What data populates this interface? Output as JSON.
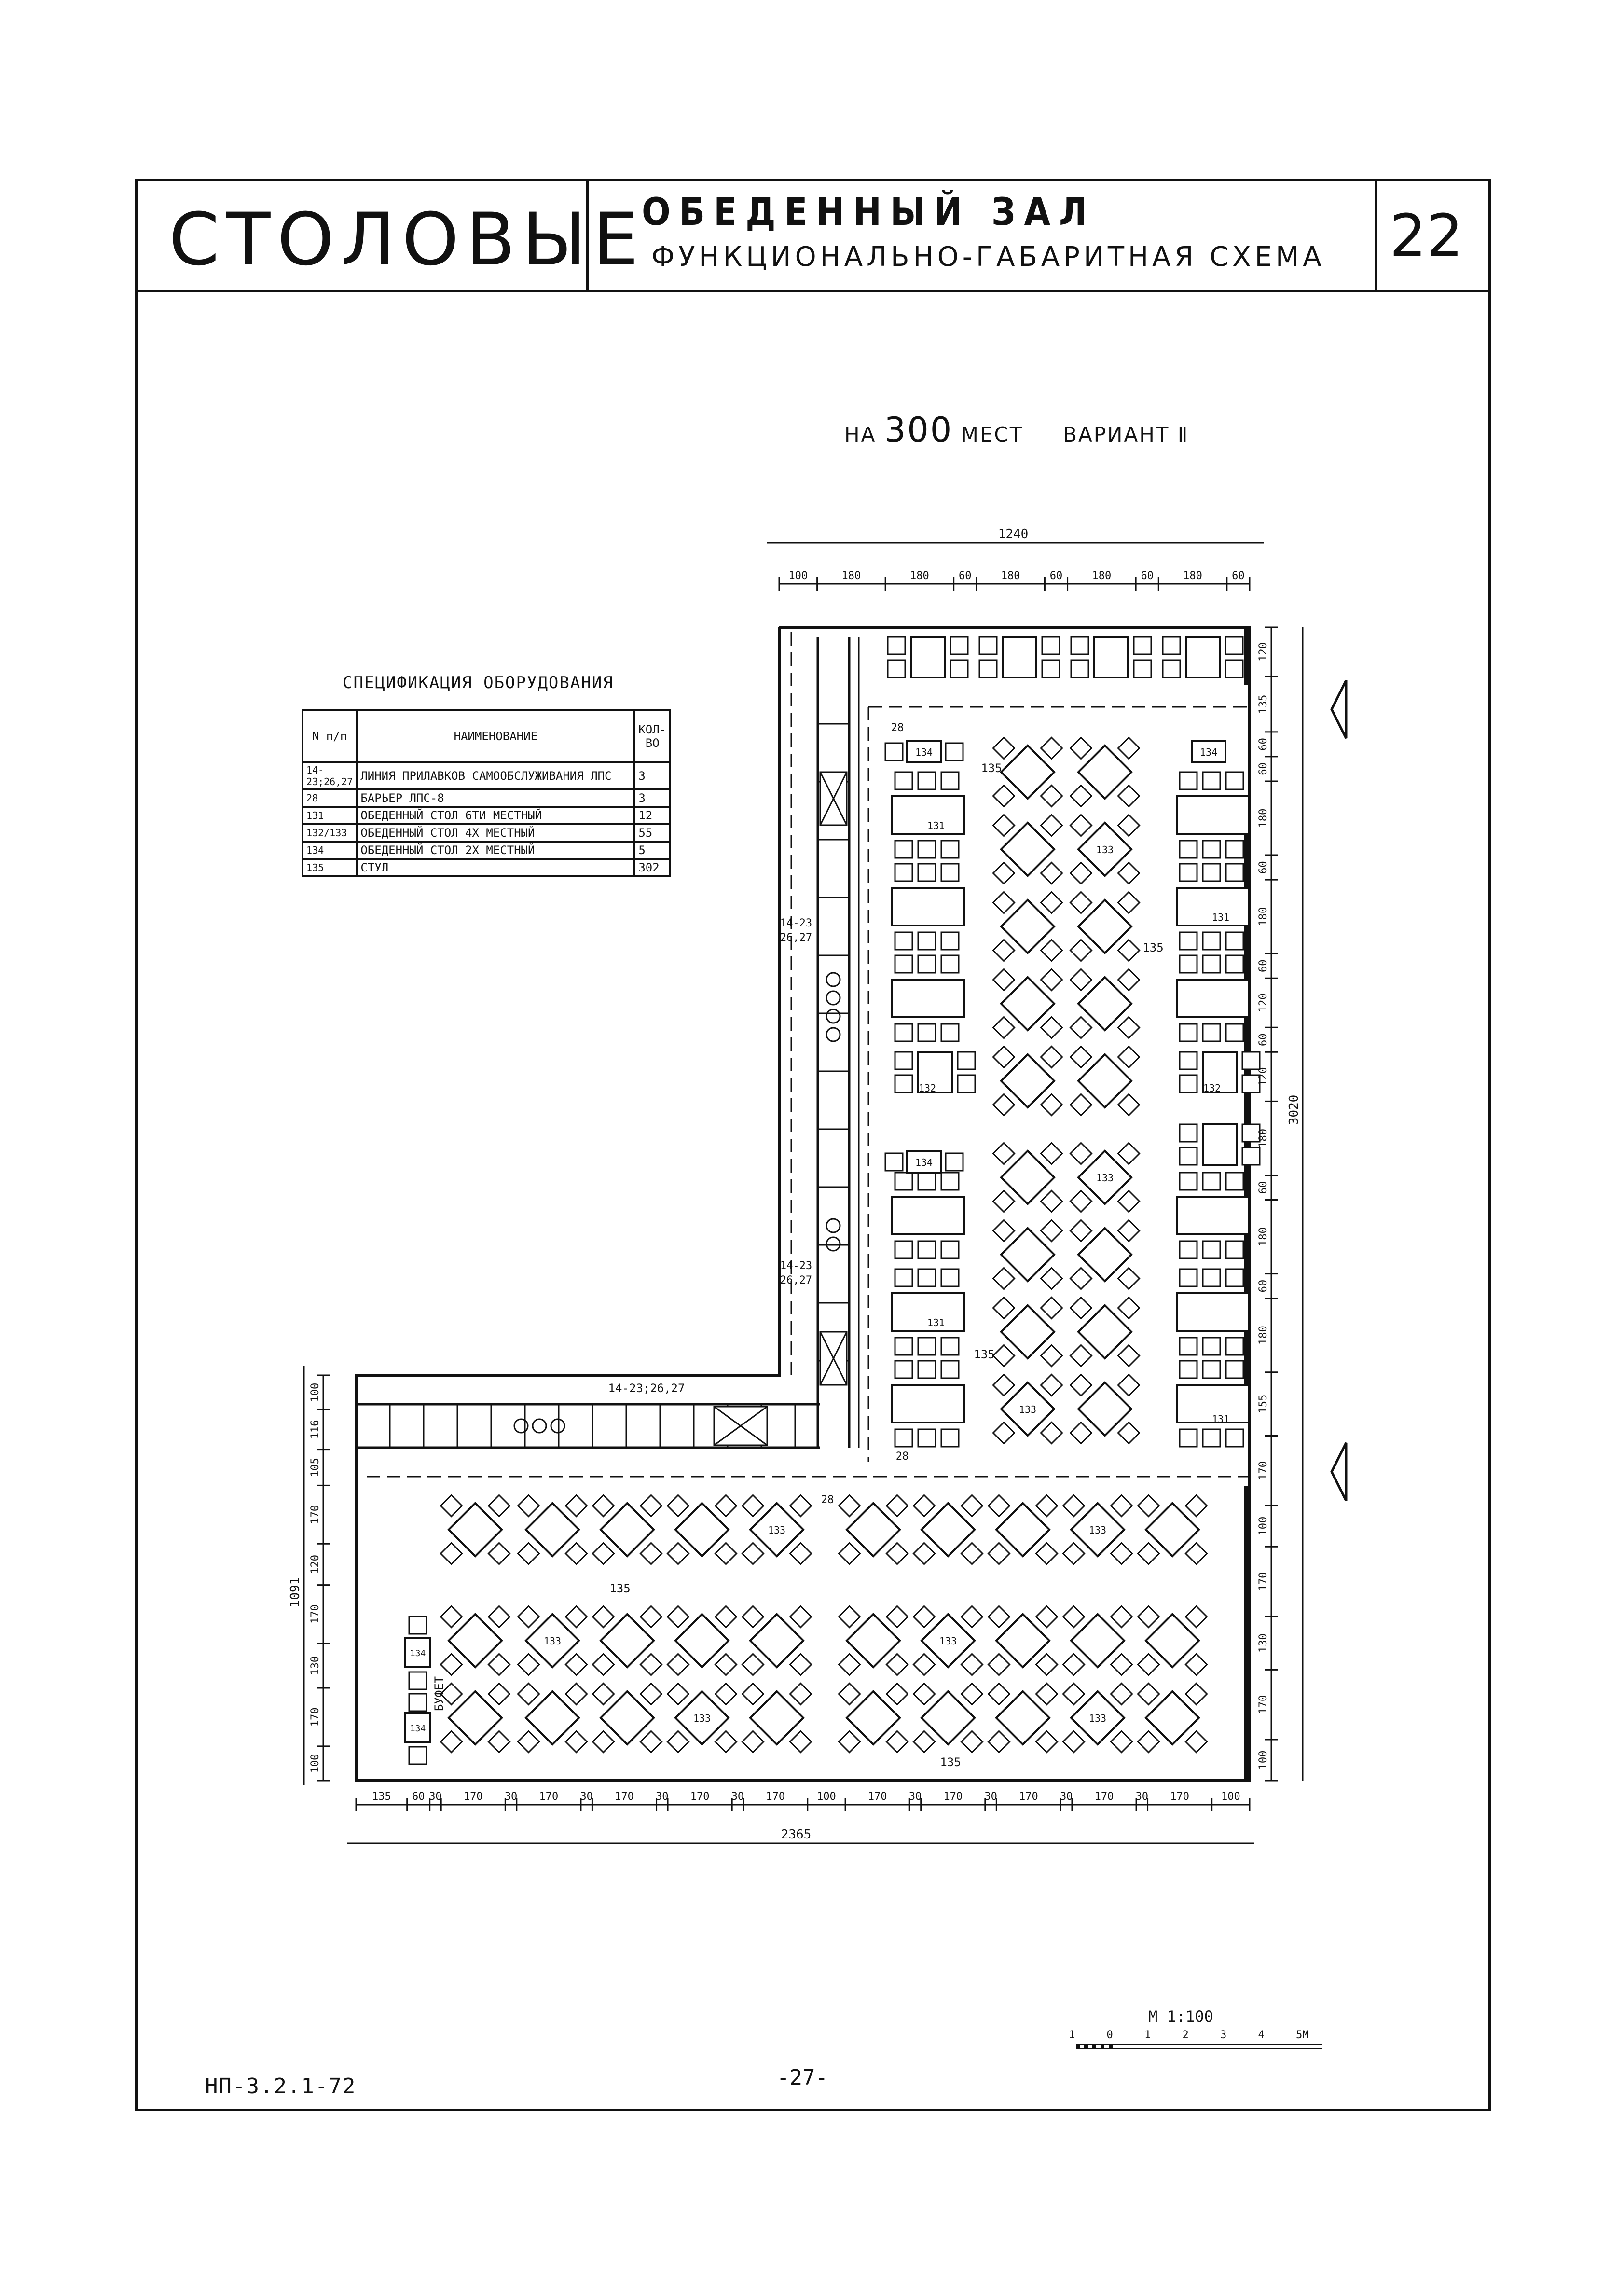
{
  "header": {
    "brand": "СТОЛОВЫЕ",
    "title": "ОБЕДЕННЫЙ ЗАЛ",
    "subtitle": "ФУНКЦИОНАЛЬНО-ГАБАРИТНАЯ СХЕМА",
    "page_number": "22"
  },
  "capacity": {
    "prefix": "НА",
    "number": "300",
    "unit": "МЕСТ",
    "variant": "ВАРИАНТ Ⅱ"
  },
  "spec": {
    "title": "СПЕЦИФИКАЦИЯ ОБОРУДОВАНИЯ",
    "col_num": "N п/п",
    "col_name": "НАИМЕНОВАНИЕ",
    "col_qty": "КОЛ-ВО",
    "rows": [
      {
        "num": "14-23;26,27",
        "name": "ЛИНИЯ ПРИЛАВКОВ САМООБСЛУЖИВАНИЯ ЛПС",
        "qty": "3"
      },
      {
        "num": "28",
        "name": "БАРЬЕР ЛПС-8",
        "qty": "3"
      },
      {
        "num": "131",
        "name": "ОБЕДЕННЫЙ СТОЛ 6ТИ МЕСТНЫЙ",
        "qty": "12"
      },
      {
        "num": "132/133",
        "name": "ОБЕДЕННЫЙ СТОЛ 4Х МЕСТНЫЙ",
        "qty": "55"
      },
      {
        "num": "134",
        "name": "ОБЕДЕННЫЙ СТОЛ 2Х МЕСТНЫЙ",
        "qty": "5"
      },
      {
        "num": "135",
        "name": "СТУЛ",
        "qty": "302"
      }
    ]
  },
  "plan": {
    "top_total": "1240",
    "top_dims": [
      "100",
      "180",
      "180",
      "60",
      "180",
      "60",
      "180",
      "60",
      "180",
      "60"
    ],
    "right_total": "3020",
    "right_dims": [
      "120",
      "135",
      "60",
      "60",
      "180",
      "60",
      "180",
      "60",
      "120",
      "60",
      "120",
      "180",
      "60",
      "180",
      "60",
      "180",
      "155",
      "170",
      "100",
      "170",
      "130",
      "170",
      "100"
    ],
    "left_total": "1091",
    "left_dims": [
      "100",
      "116",
      "105",
      "170",
      "120",
      "170",
      "130",
      "170",
      "100"
    ],
    "bottom_total": "2365",
    "bottom_dims": [
      "135",
      "60",
      "30",
      "170",
      "30",
      "170",
      "30",
      "170",
      "30",
      "170",
      "30",
      "170",
      "100",
      "170",
      "30",
      "170",
      "30",
      "170",
      "30",
      "170",
      "30",
      "170",
      "100"
    ],
    "labels": {
      "counter": "14-23;26,27",
      "counter_a": "14-23",
      "counter_b": "26,27",
      "barrier": "28",
      "chair": "135",
      "table6": "131",
      "table4": "132",
      "table4b": "133",
      "table2": "134",
      "buffet": "БУФЕТ"
    }
  },
  "scale": {
    "label": "М 1:100",
    "ticks": [
      "1",
      "0",
      "1",
      "2",
      "3",
      "4",
      "5М"
    ]
  },
  "footer": {
    "doc_code": "НП-3.2.1-72",
    "page": "-27-"
  }
}
